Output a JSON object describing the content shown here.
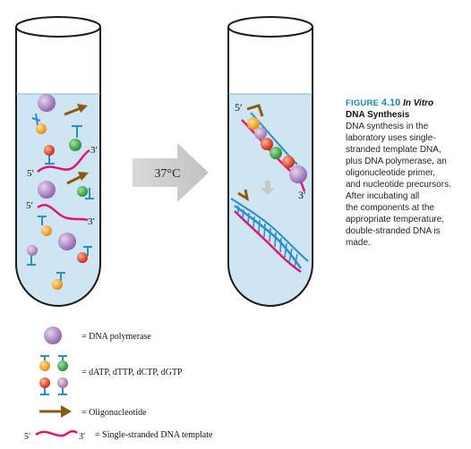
{
  "colors": {
    "tube_fill": "#cfe6f2",
    "tube_outline": "#1a1a1a",
    "template_strand": "#e0166e",
    "oligo_arrow": "#8b5a12",
    "polymerase": "#a77bc2",
    "dATP": "#f2a41c",
    "dTTP": "#39a84a",
    "dCTP": "#e23b2a",
    "dGTP": "#b98bbf",
    "phosphate_stem": "#2a8fc4",
    "temp_arrow": "#c8c8c8",
    "caption_accent": "#1e88b8"
  },
  "temperature_label": "37°C",
  "strand_labels": {
    "five_prime": "5′",
    "three_prime": "3′"
  },
  "figure": {
    "label": "FIGURE",
    "number": "4.10",
    "title_italic": "In Vitro",
    "title_rest": "DNA Synthesis",
    "lines": [
      "DNA synthesis in the",
      "laboratory uses single-",
      "stranded template DNA,",
      "plus DNA polymerase, an",
      "oligonucleotide primer,",
      "and nucleotide precursors.",
      "After incubating all",
      "the components at the",
      "appropriate temperature,",
      "double-stranded DNA is",
      "made."
    ]
  },
  "legend": [
    {
      "key": "polymerase",
      "text": "= DNA polymerase"
    },
    {
      "key": "nucleotides",
      "text": "= dATP, dTTP, dCTP, dGTP"
    },
    {
      "key": "oligo",
      "text": "= Oligonucleotide"
    },
    {
      "key": "template",
      "text": "= Single-stranded DNA template"
    }
  ]
}
